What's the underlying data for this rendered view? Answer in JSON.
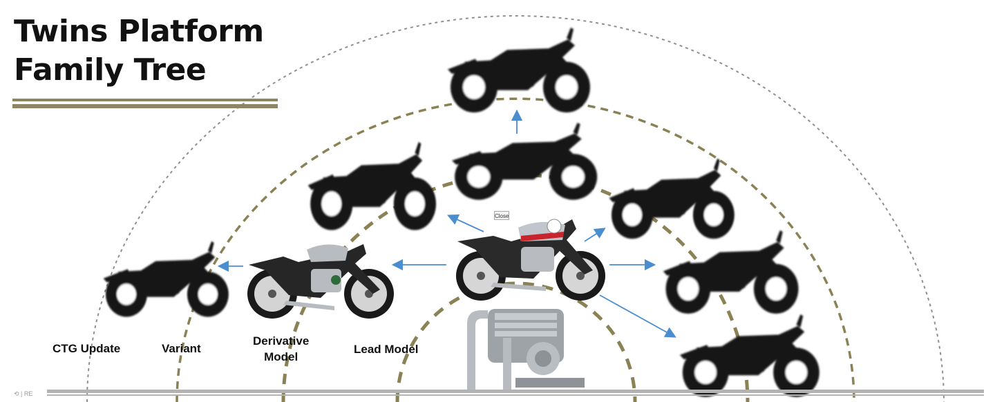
{
  "title": {
    "line1": "Twins Platform",
    "line2": "Family Tree"
  },
  "colors": {
    "accent": "#8e8660",
    "ring_inner": "#8a8255",
    "ring_outer": "#8f8f8f",
    "arrow": "#4a8ed0",
    "silhouette": "#141414",
    "lead_model_tank": "#c0c6cc",
    "lead_model_stripe": "#c8242c",
    "chrome": "#b8bcc0",
    "footer_bar": "#b3b3b3"
  },
  "ring_labels": {
    "ctg_update": "CTG Update",
    "variant": "Variant",
    "derivative_line1": "Derivative",
    "derivative_line2": "Model",
    "lead_model": "Lead Model"
  },
  "close_button": {
    "label": "Close"
  },
  "icons": {
    "motorcycle": "motorcycle-silhouette-icon",
    "engine": "engine-icon",
    "arrow": "arrow-right-icon"
  },
  "footer": {
    "logo_text": "⟲ | RE"
  }
}
